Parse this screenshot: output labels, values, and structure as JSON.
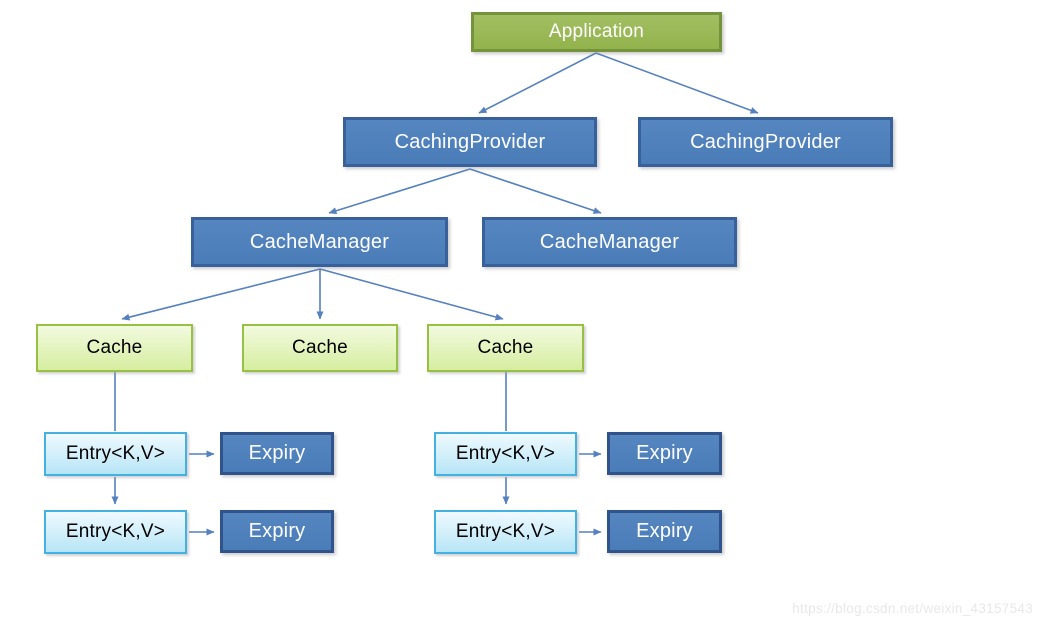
{
  "diagram": {
    "nodes": {
      "application": {
        "label": "Application",
        "type": "green"
      },
      "caching_provider_1": {
        "label": "CachingProvider",
        "type": "blue"
      },
      "caching_provider_2": {
        "label": "CachingProvider",
        "type": "blue"
      },
      "cache_manager_1": {
        "label": "CacheManager",
        "type": "blue"
      },
      "cache_manager_2": {
        "label": "CacheManager",
        "type": "blue"
      },
      "cache_1": {
        "label": "Cache",
        "type": "light-green"
      },
      "cache_2": {
        "label": "Cache",
        "type": "light-green"
      },
      "cache_3": {
        "label": "Cache",
        "type": "light-green"
      },
      "entry_1": {
        "label": "Entry<K,V>",
        "type": "light-blue"
      },
      "entry_2": {
        "label": "Entry<K,V>",
        "type": "light-blue"
      },
      "entry_3": {
        "label": "Entry<K,V>",
        "type": "light-blue"
      },
      "entry_4": {
        "label": "Entry<K,V>",
        "type": "light-blue"
      },
      "expiry_1": {
        "label": "Expiry",
        "type": "blue"
      },
      "expiry_2": {
        "label": "Expiry",
        "type": "blue"
      },
      "expiry_3": {
        "label": "Expiry",
        "type": "blue"
      },
      "expiry_4": {
        "label": "Expiry",
        "type": "blue"
      }
    },
    "edges": [
      {
        "from": "application",
        "to": "caching_provider_1",
        "arrowhead": true
      },
      {
        "from": "application",
        "to": "caching_provider_2",
        "arrowhead": true
      },
      {
        "from": "caching_provider_1",
        "to": "cache_manager_1",
        "arrowhead": true
      },
      {
        "from": "caching_provider_1",
        "to": "cache_manager_2",
        "arrowhead": true
      },
      {
        "from": "cache_manager_1",
        "to": "cache_1",
        "arrowhead": true
      },
      {
        "from": "cache_manager_1",
        "to": "cache_2",
        "arrowhead": true
      },
      {
        "from": "cache_manager_1",
        "to": "cache_3",
        "arrowhead": true
      },
      {
        "from": "cache_1",
        "to": "entry_1",
        "arrowhead": false
      },
      {
        "from": "entry_1",
        "to": "expiry_1",
        "arrowhead": true
      },
      {
        "from": "entry_1",
        "to": "entry_2",
        "arrowhead": true
      },
      {
        "from": "entry_2",
        "to": "expiry_2",
        "arrowhead": true
      },
      {
        "from": "cache_3",
        "to": "entry_3",
        "arrowhead": false
      },
      {
        "from": "entry_3",
        "to": "expiry_3",
        "arrowhead": true
      },
      {
        "from": "entry_3",
        "to": "entry_4",
        "arrowhead": true
      },
      {
        "from": "entry_4",
        "to": "expiry_4",
        "arrowhead": true
      }
    ],
    "colors": {
      "green_fill": "#9ABA58",
      "green_border": "#75923D",
      "blue_fill": "#4F81BD",
      "blue_border": "#38609A",
      "light_green_fill": "#DDF1AC",
      "light_green_border": "#97C045",
      "light_blue_fill": "#C9ECF9",
      "light_blue_border": "#45B1E3",
      "arrow": "#5581BE"
    },
    "watermark": "https://blog.csdn.net/weixin_43157543"
  }
}
